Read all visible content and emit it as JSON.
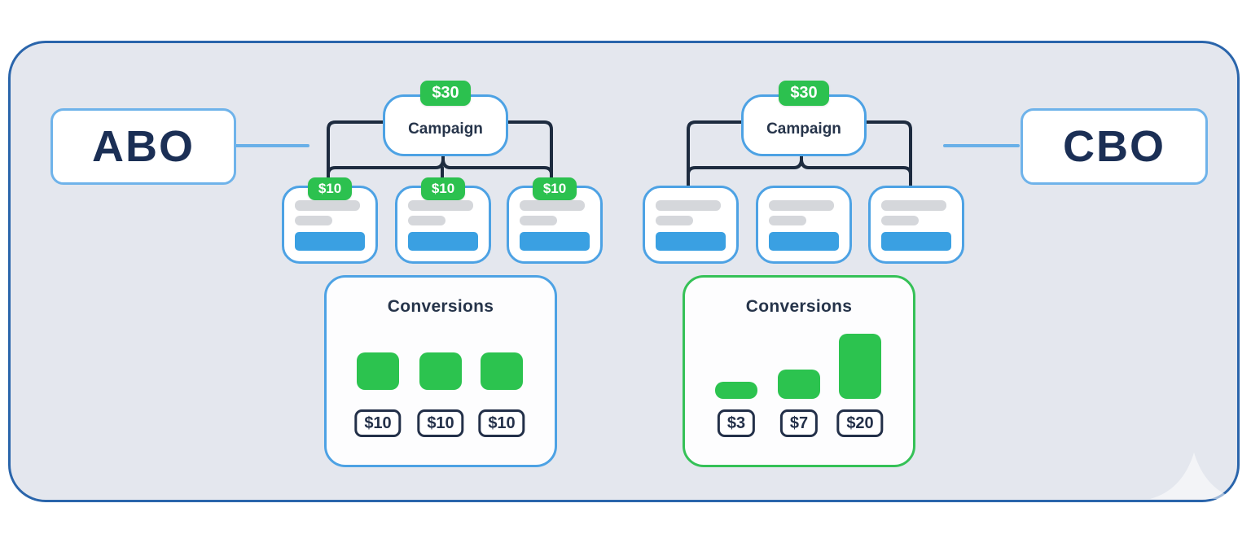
{
  "figure": {
    "left_label": "ABO",
    "right_label": "CBO"
  },
  "abo_group": {
    "campaign": {
      "label": "Campaign",
      "budget": "$30"
    },
    "adsets": [
      {
        "budget": "$10"
      },
      {
        "budget": "$10"
      },
      {
        "budget": "$10"
      }
    ]
  },
  "cbo_group": {
    "campaign": {
      "label": "Campaign",
      "budget": "$30"
    }
  },
  "abo_conversions": {
    "title": "Conversions",
    "type": "bar",
    "bars": [
      {
        "label": "$10",
        "height": 46
      },
      {
        "label": "$10",
        "height": 46
      },
      {
        "label": "$10",
        "height": 46
      }
    ]
  },
  "cbo_conversions": {
    "title": "Conversions",
    "type": "bar",
    "bars": [
      {
        "label": "$3",
        "height": 21
      },
      {
        "label": "$7",
        "height": 36
      },
      {
        "label": "$20",
        "height": 80
      }
    ]
  },
  "colors": {
    "green": "#2cc14f",
    "node_border_blue": "#4da2e4",
    "label_border_blue": "#6fb3ea",
    "connector_navy": "#1d2b3f",
    "connector_light_blue": "#69b0e8",
    "adset_bar_blue": "#3aa0e2",
    "skeleton_gray": "#d5d7db",
    "container_border": "#2a65ab",
    "container_bg": "#e4e7ee",
    "text_navy": "#1b2f55"
  }
}
